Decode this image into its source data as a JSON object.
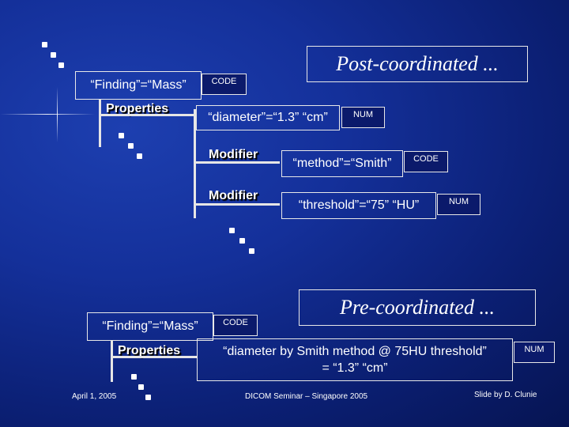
{
  "top": {
    "title": "Post-coordinated ...",
    "finding": "“Finding”=“Mass”",
    "finding_tag": "CODE",
    "properties": "Properties",
    "diameter": "“diameter”=“1.3” “cm”",
    "diameter_tag": "NUM",
    "modifier1": "Modifier",
    "method": "“method”=“Smith”",
    "method_tag": "CODE",
    "modifier2": "Modifier",
    "threshold": "“threshold”=“75” “HU”",
    "threshold_tag": "NUM"
  },
  "bottom": {
    "title": "Pre-coordinated ...",
    "finding": "“Finding”=“Mass”",
    "finding_tag": "CODE",
    "properties": "Properties",
    "combined_line1": "“diameter by Smith method @ 75HU threshold”",
    "combined_line2": "= “1.3” “cm”",
    "combined_tag": "NUM"
  },
  "footer": {
    "date": "April 1, 2005",
    "seminar": "DICOM Seminar – Singapore 2005",
    "credit": "Slide by D. Clunie"
  }
}
